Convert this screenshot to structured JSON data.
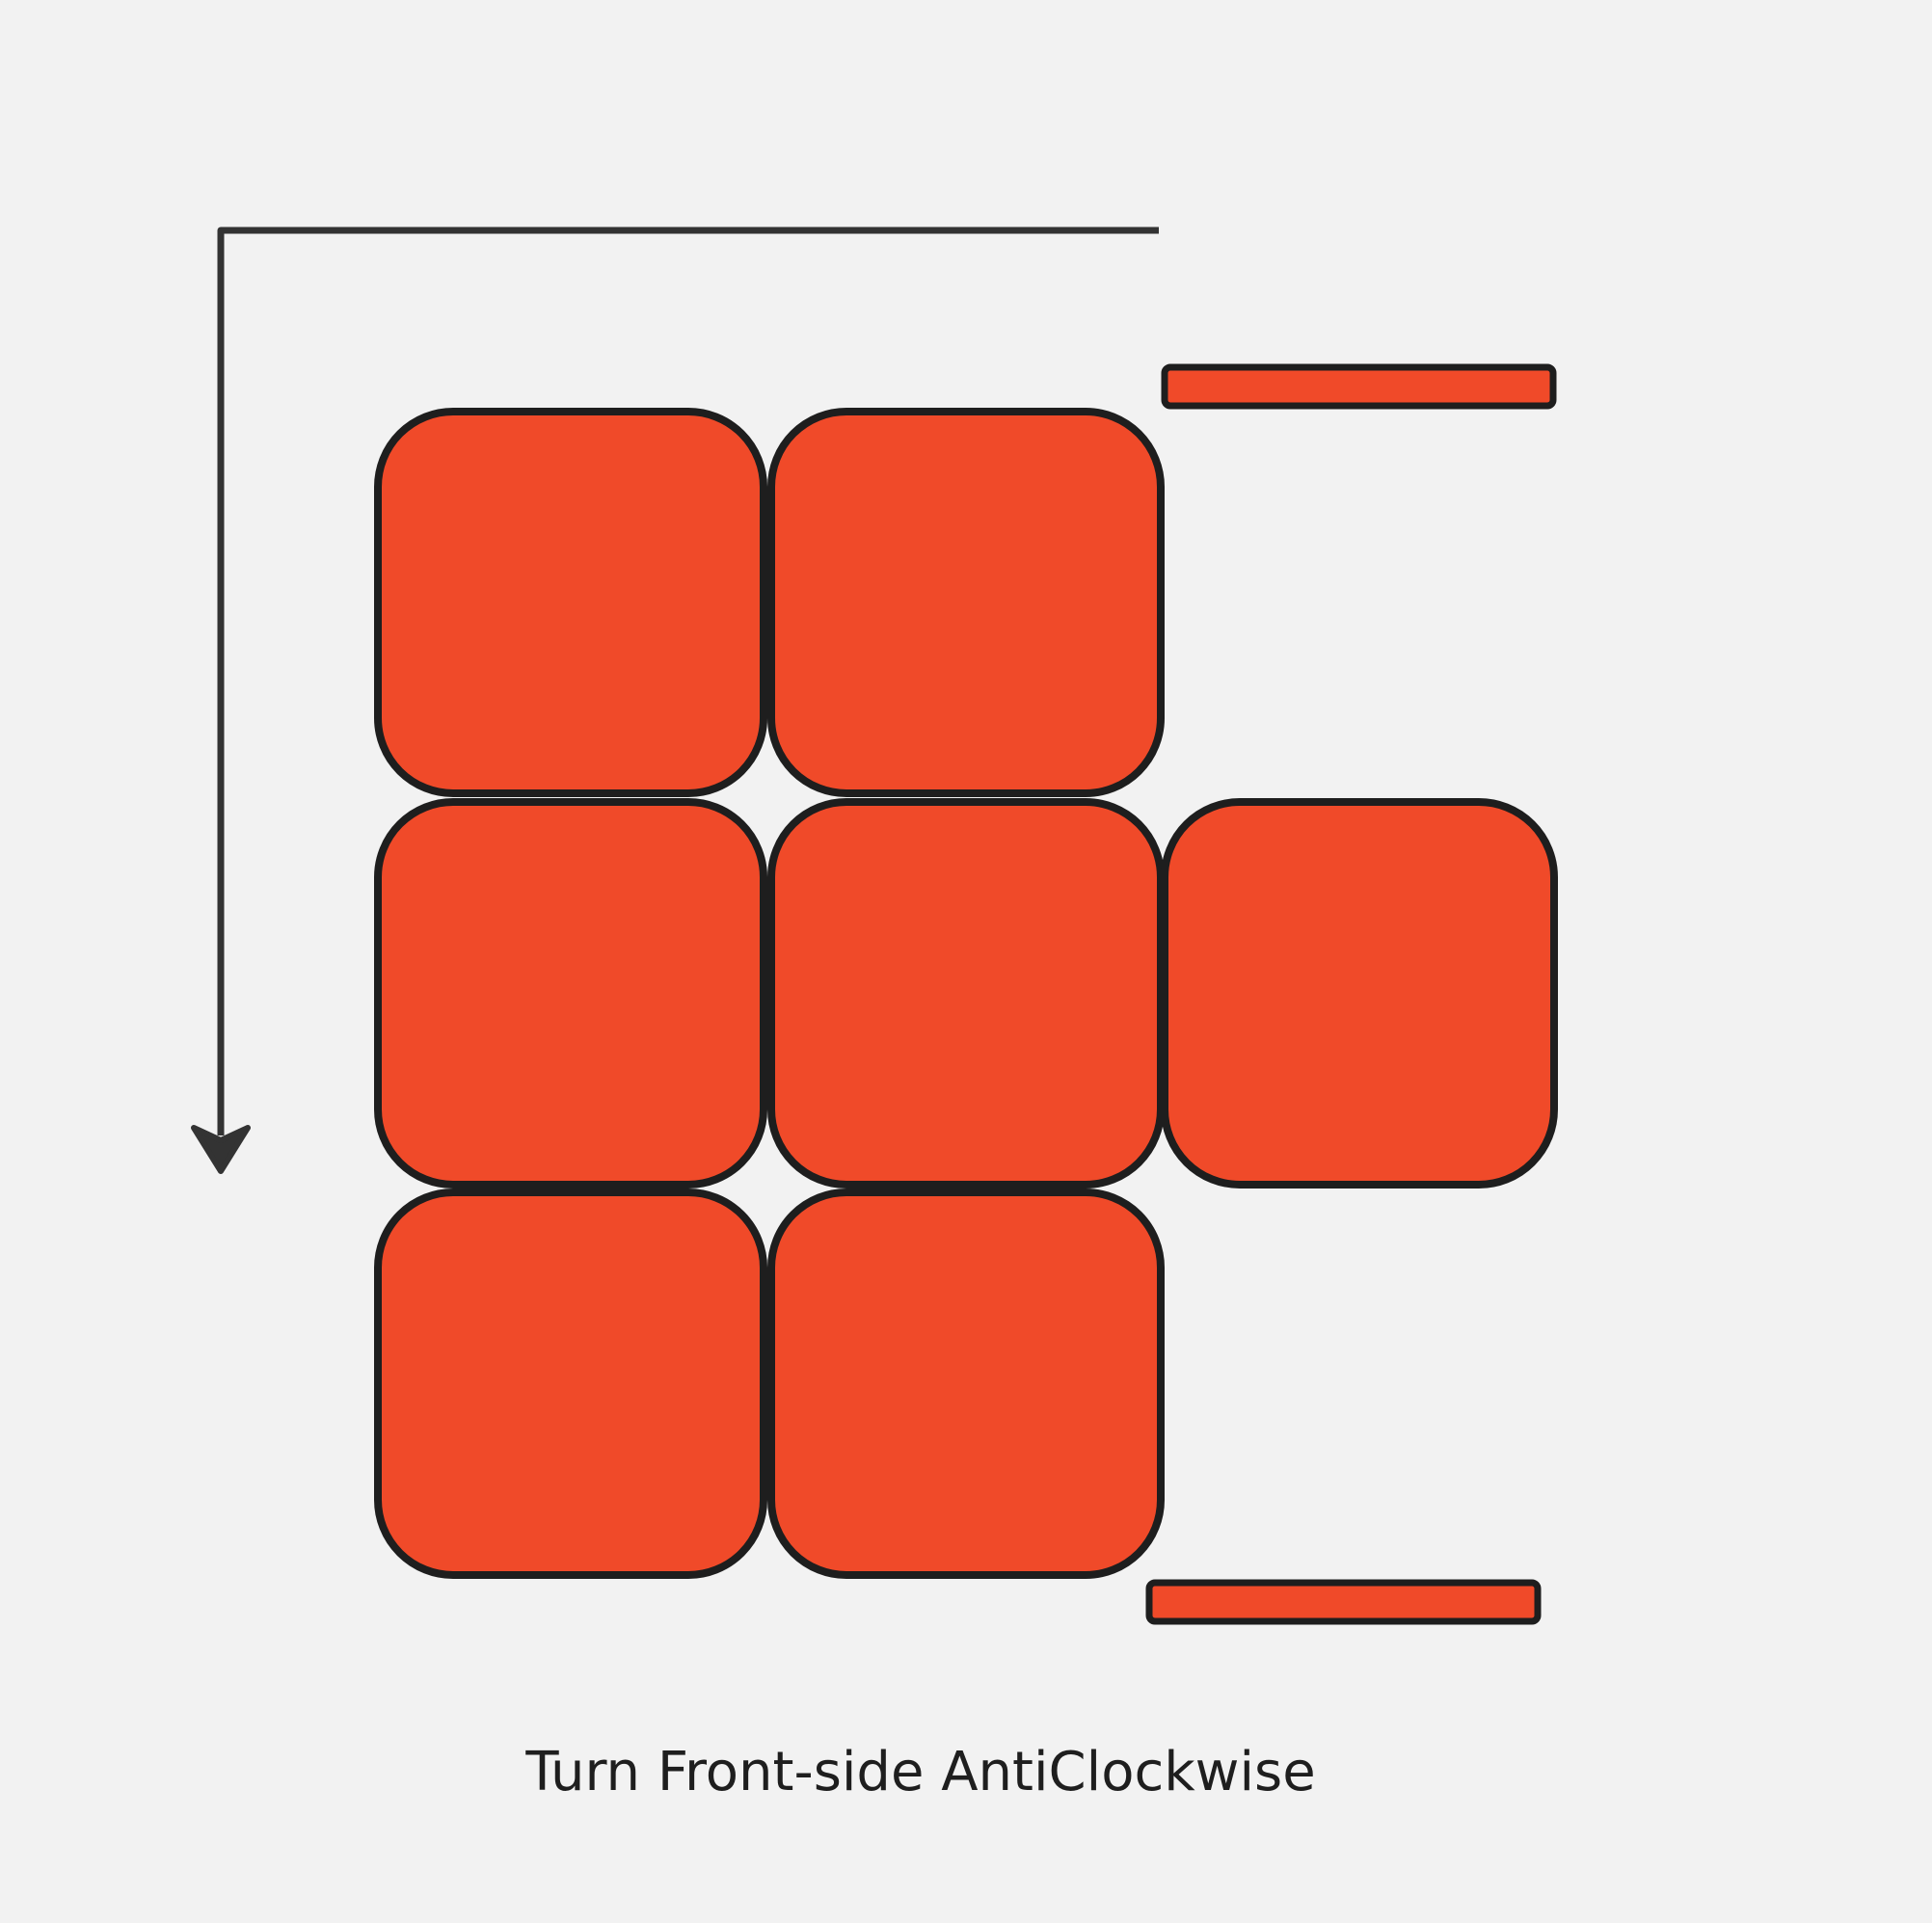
{
  "caption": "Turn Front-side AntiClockwise",
  "colors": {
    "background": "#f2f2f2",
    "tile_fill": "#f04a29",
    "tile_stroke": "#1e1e1e",
    "arrow": "#333333"
  },
  "tiles": [
    {
      "row": 1,
      "col": 1
    },
    {
      "row": 1,
      "col": 2
    },
    {
      "row": 2,
      "col": 1
    },
    {
      "row": 2,
      "col": 2
    },
    {
      "row": 2,
      "col": 3
    },
    {
      "row": 3,
      "col": 1
    },
    {
      "row": 3,
      "col": 2
    }
  ],
  "side_strips": [
    "top-right",
    "bottom-right"
  ],
  "arrow": {
    "shape": "right-angle",
    "direction": "down",
    "icon": "arrow-down-icon"
  }
}
